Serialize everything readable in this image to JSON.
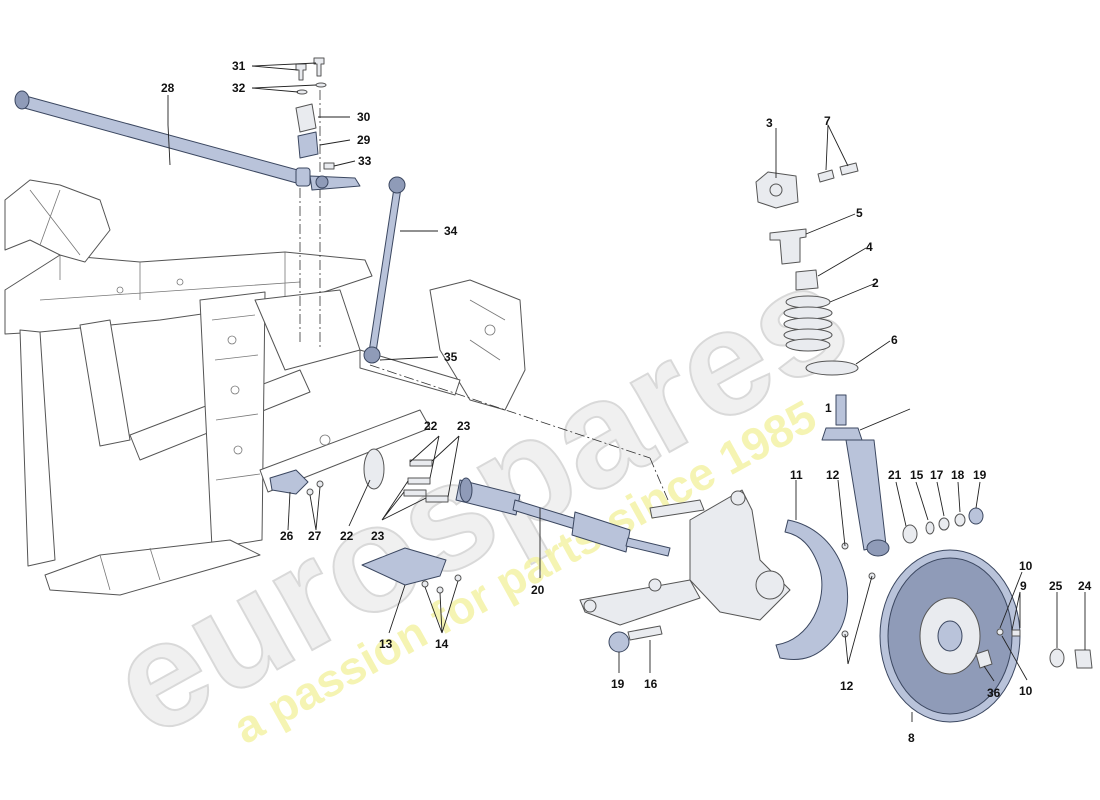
{
  "diagram": {
    "callouts": [
      "1",
      "2",
      "3",
      "4",
      "5",
      "6",
      "7",
      "8",
      "9",
      "10",
      "11",
      "12",
      "13",
      "14",
      "15",
      "16",
      "17",
      "18",
      "19",
      "20",
      "21",
      "22",
      "23",
      "24",
      "25",
      "26",
      "27",
      "28",
      "29",
      "30",
      "31",
      "32",
      "33",
      "34",
      "35",
      "36"
    ]
  },
  "watermark": {
    "logo": "eurospares",
    "tagline": "a passion for parts since 1985"
  }
}
